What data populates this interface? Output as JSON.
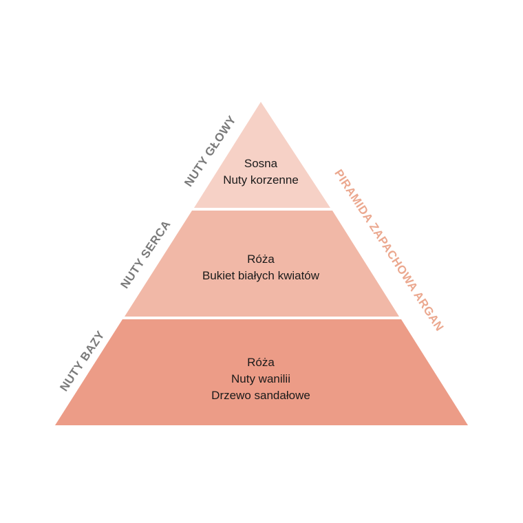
{
  "colors": {
    "top": "#f6d1c6",
    "middle": "#f1b8a7",
    "bottom": "#ec9c87",
    "left_labels": "#7a7a7a",
    "title": "#eba88f"
  },
  "pyramid": {
    "title": "PIRAMIDA ZAPACHOWA ARGAN",
    "levels": [
      {
        "label": "NUTY GŁOWY",
        "notes": [
          "Sosna",
          "Nuty korzenne"
        ]
      },
      {
        "label": "NUTY SERCA",
        "notes": [
          "Róża",
          "Bukiet białych kwiatów"
        ]
      },
      {
        "label": "NUTY BAZY",
        "notes": [
          "Róża",
          "Nuty wanilii",
          "Drzewo sandałowe"
        ]
      }
    ]
  }
}
